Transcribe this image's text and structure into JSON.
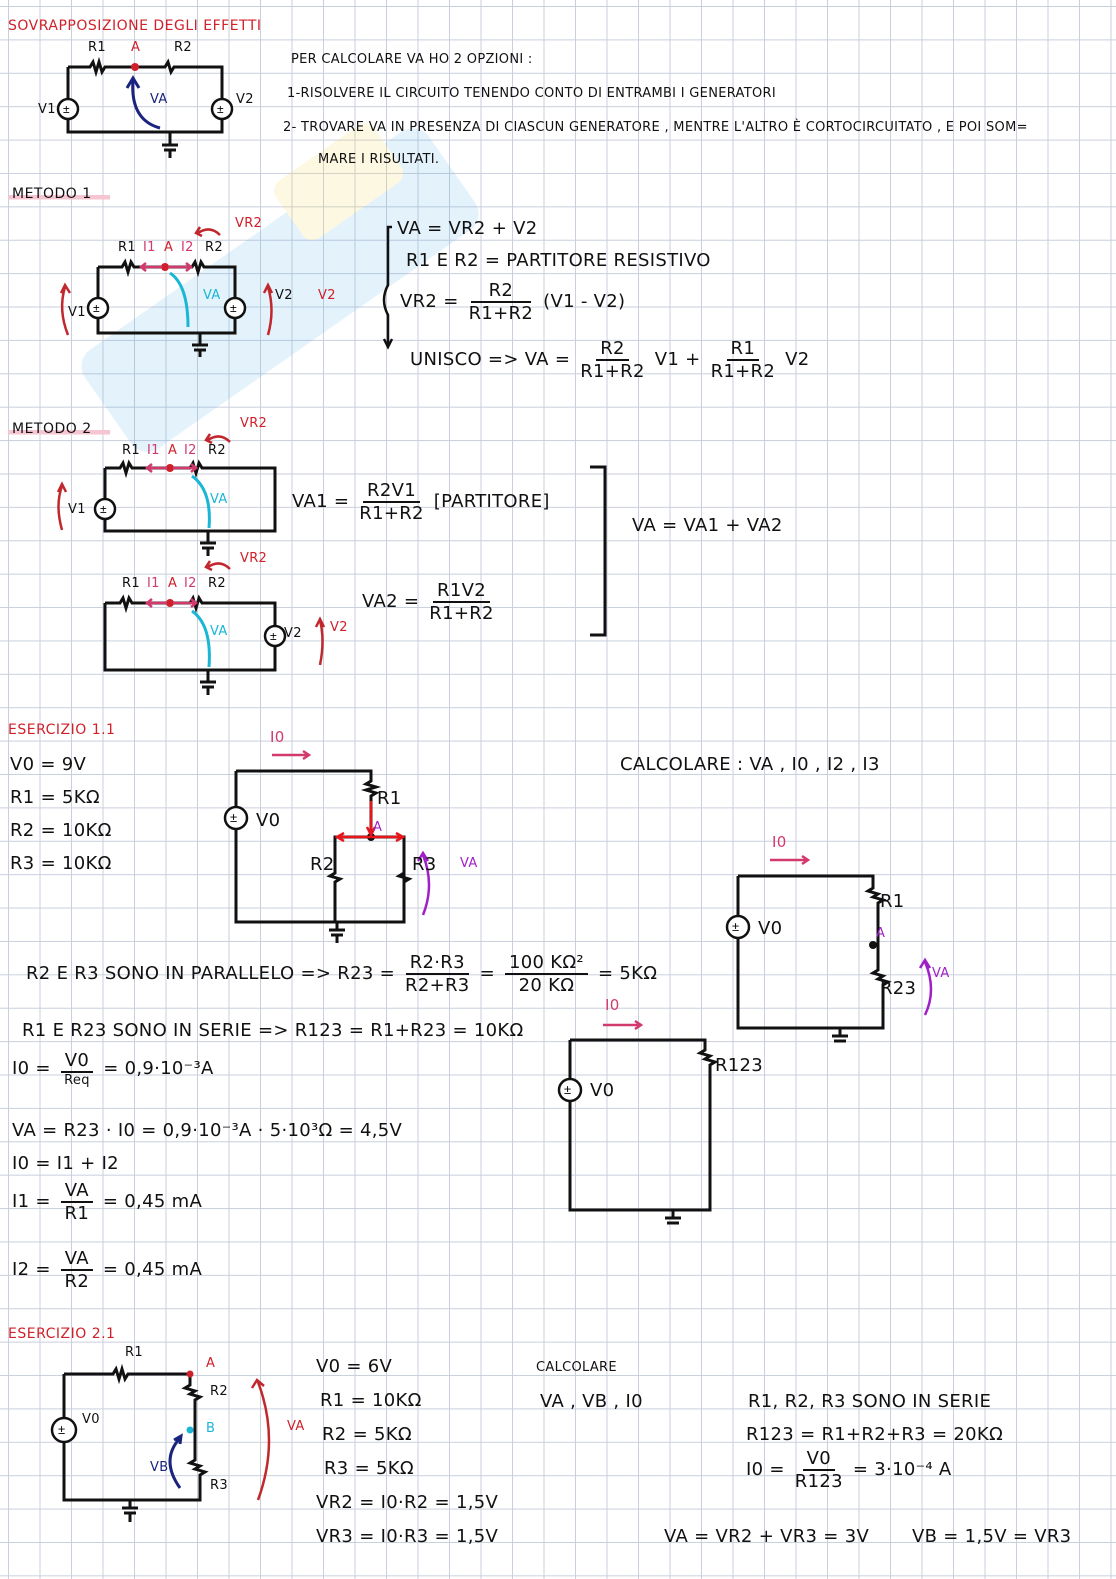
{
  "header": {
    "title": "SOVRAPPOSIZIONE DEGLI EFFETTI"
  },
  "intro": {
    "circuit_labels": {
      "r1": "R1",
      "node": "A",
      "r2": "R2",
      "v1": "V1",
      "v2": "V2",
      "va": "VA"
    },
    "line1": "PER CALCOLARE VA HO 2 OPZIONI :",
    "line2": "1-RISOLVERE IL CIRCUITO TENENDO CONTO DI ENTRAMBI I GENERATORI",
    "line3": "2- TROVARE VA IN PRESENZA DI CIASCUN GENERATORE , MENTRE L'ALTRO È CORTOCIRCUITATO , E POI SOM=",
    "line4": "MARE I RISULTATI."
  },
  "metodo1": {
    "title": "METODO 1",
    "circuit_labels": {
      "r1": "R1",
      "i1": "I1",
      "node": "A",
      "i2": "I2",
      "r2": "R2",
      "vr2": "VR2",
      "va": "VA",
      "v1": "V1",
      "v2": "V2"
    },
    "eq1": "VA = VR2 + V2",
    "eq2": "R1 E R2 = PARTITORE RESISTIVO",
    "eq3_lhs": "VR2 =",
    "eq3_num": "R2",
    "eq3_den": "R1+R2",
    "eq3_rhs": "(V1 - V2)",
    "eq4_lhs": "UNISCO => VA =",
    "eq4_num1": "R2",
    "eq4_den1": "R1+R2",
    "eq4_v1": "V1  +",
    "eq4_num2": "R1",
    "eq4_den2": "R1+R2",
    "eq4_v2": "V2"
  },
  "metodo2": {
    "title": "METODO 2",
    "circuit_labels": {
      "r1": "R1",
      "i1": "I1",
      "node": "A",
      "i2": "I2",
      "r2": "R2",
      "vr2": "VR2",
      "va": "VA",
      "v1": "V1",
      "v2": "V2"
    },
    "va1_lhs": "VA1 =",
    "va1_num": "R2V1",
    "va1_den": "R1+R2",
    "va1_note": "[PARTITORE]",
    "va2_lhs": "VA2 =",
    "va2_num": "R1V2",
    "va2_den": "R1+R2",
    "result": "VA = VA1 + VA2"
  },
  "esercizio1": {
    "title": "ESERCIZIO 1.1",
    "givens": [
      "V0 = 9V",
      "R1 = 5KΩ",
      "R2 = 10KΩ",
      "R3 = 10KΩ"
    ],
    "calcolare": "CALCOLARE : VA , I0 , I2 , I3",
    "circuit_labels": {
      "i0": "I0",
      "v0": "V0",
      "r1": "R1",
      "node": "A",
      "r2": "R2",
      "r3": "R3",
      "va": "VA",
      "r23": "R23",
      "r123": "R123"
    },
    "parallel_lhs": "R2 E R3 SONO IN PARALLELO => R23 =",
    "parallel_num": "R2·R3",
    "parallel_den": "R2+R3",
    "parallel_num2": "100 KΩ²",
    "parallel_den2": "20 KΩ",
    "parallel_result": "= 5KΩ",
    "series": "R1 E R23 SONO IN SERIE => R123 = R1+R23 = 10KΩ",
    "i0_lhs": "I0 =",
    "i0_num": "V0",
    "i0_den": "Req",
    "i0_result": "= 0,9·10⁻³A",
    "va_line": "VA = R23 · I0 = 0,9·10⁻³A · 5·10³Ω = 4,5V",
    "kcl": "I0 = I1 + I2",
    "i1_lhs": "I1 =",
    "i1_num": "VA",
    "i1_den": "R1",
    "i1_result": "= 0,45 mA",
    "i2_lhs": "I2 =",
    "i2_num": "VA",
    "i2_den": "R2",
    "i2_result": "= 0,45 mA"
  },
  "esercizio2": {
    "title": "ESERCIZIO 2.1",
    "circuit_labels": {
      "r1": "R1",
      "a": "A",
      "r2": "R2",
      "b": "B",
      "r3": "R3",
      "v0": "V0",
      "va": "VA",
      "vb": "VB"
    },
    "givens": [
      "V0 = 6V",
      "R1 = 10KΩ",
      "R2 = 5KΩ",
      "R3 = 5KΩ",
      "VR2 = I0·R2 = 1,5V",
      "VR3 = I0·R3 = 1,5V"
    ],
    "calcolare": "CALCOLARE",
    "calcolare_items": "VA , VB , I0",
    "series": "R1, R2, R3 SONO IN SERIE",
    "r123": "R123 = R1+R2+R3 = 20KΩ",
    "i0_lhs": "I0 =",
    "i0_num": "V0",
    "i0_den": "R123",
    "i0_result": "= 3·10⁻⁴ A",
    "va_result": "VA = VR2 + VR3 = 3V",
    "vb_result": "VB = 1,5V = VR3"
  },
  "colors": {
    "title_red": "#d0202a",
    "current_pink": "#d23a6e",
    "voltage_cyan": "#1ab6d6",
    "voltage_purple": "#a020c8",
    "voltage_navy": "#1a237e",
    "grid": "#c9cfdc"
  }
}
